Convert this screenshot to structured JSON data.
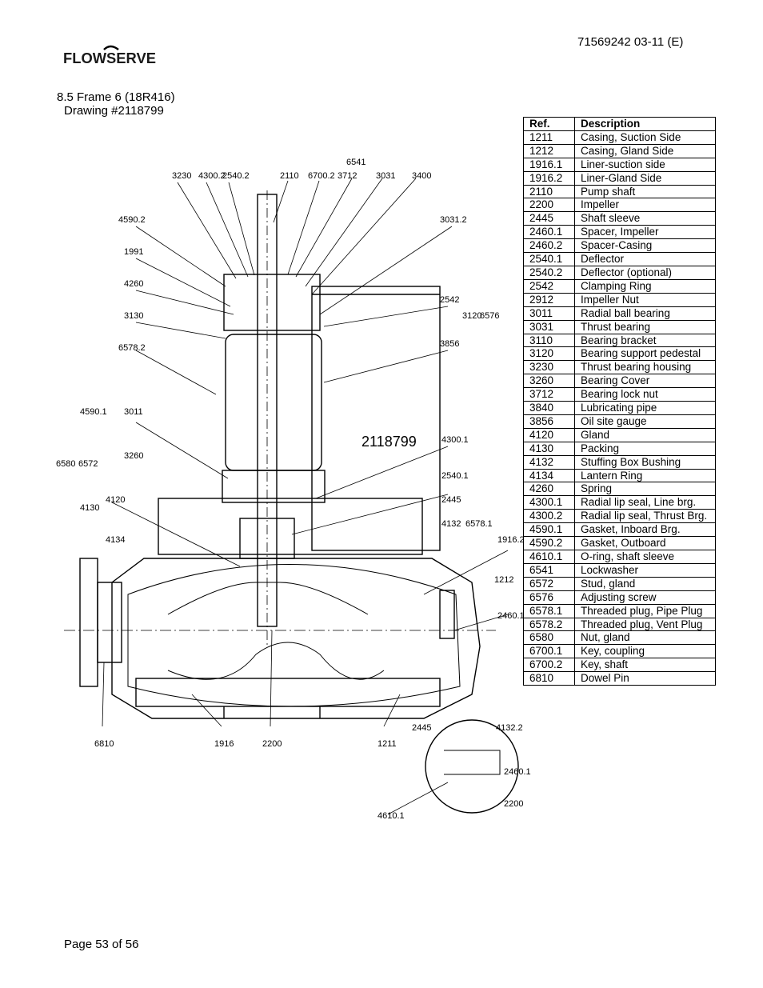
{
  "header": {
    "brand": "FLOWSERVE",
    "doc_number": "71569242 03-11 (E)"
  },
  "section": {
    "title": "8.5 Frame 6 (18R416)",
    "drawing": "Drawing #2118799"
  },
  "drawing": {
    "drawing_number": "2118799",
    "callouts": [
      "3230",
      "4300.2",
      "2540.2",
      "2110",
      "6700.2",
      "3712",
      "6541",
      "3031",
      "3400",
      "4590.2",
      "1991",
      "4260",
      "3130",
      "6578.2",
      "3031.2",
      "2542",
      "3120",
      "6576",
      "3856",
      "3011",
      "4590.1",
      "3260",
      "6580",
      "6572",
      "4120",
      "4130",
      "4134",
      "4300.1",
      "2540.1",
      "2445",
      "4132",
      "6578.1",
      "1916.2",
      "1212",
      "2460.1",
      "6810",
      "1916",
      "2200",
      "1211",
      "2445",
      "4132.2",
      "2460.1",
      "2200",
      "4610.1"
    ]
  },
  "table": {
    "headers": [
      "Ref.",
      "Description"
    ],
    "rows": [
      [
        "1211",
        "Casing, Suction Side"
      ],
      [
        "1212",
        "Casing, Gland Side"
      ],
      [
        "1916.1",
        "Liner-suction side"
      ],
      [
        "1916.2",
        "Liner-Gland Side"
      ],
      [
        "2110",
        "Pump shaft"
      ],
      [
        "2200",
        "Impeller"
      ],
      [
        "2445",
        "Shaft sleeve"
      ],
      [
        "2460.1",
        "Spacer, Impeller"
      ],
      [
        "2460.2",
        "Spacer-Casing"
      ],
      [
        "2540.1",
        "Deflector"
      ],
      [
        "2540.2",
        "Deflector (optional)"
      ],
      [
        "2542",
        "Clamping Ring"
      ],
      [
        "2912",
        "Impeller Nut"
      ],
      [
        "3011",
        "Radial ball bearing"
      ],
      [
        "3031",
        "Thrust bearing"
      ],
      [
        "3110",
        "Bearing bracket"
      ],
      [
        "3120",
        "Bearing support pedestal"
      ],
      [
        "3230",
        "Thrust bearing housing"
      ],
      [
        "3260",
        "Bearing Cover"
      ],
      [
        "3712",
        "Bearing lock nut"
      ],
      [
        "3840",
        "Lubricating pipe"
      ],
      [
        "3856",
        "Oil site gauge"
      ],
      [
        "4120",
        "Gland"
      ],
      [
        "4130",
        "Packing"
      ],
      [
        "4132",
        "Stuffing Box Bushing"
      ],
      [
        "4134",
        "Lantern Ring"
      ],
      [
        "4260",
        "Spring"
      ],
      [
        "4300.1",
        "Radial lip seal, Line brg."
      ],
      [
        "4300.2",
        "Radial lip seal, Thrust Brg."
      ],
      [
        "4590.1",
        "Gasket, Inboard Brg."
      ],
      [
        "4590.2",
        "Gasket, Outboard"
      ],
      [
        "4610.1",
        "O-ring, shaft sleeve"
      ],
      [
        "6541",
        "Lockwasher"
      ],
      [
        "6572",
        "Stud, gland"
      ],
      [
        "6576",
        "Adjusting screw"
      ],
      [
        "6578.1",
        "Threaded plug, Pipe Plug"
      ],
      [
        "6578.2",
        "Threaded plug, Vent Plug"
      ],
      [
        "6580",
        "Nut, gland"
      ],
      [
        "6700.1",
        "Key, coupling"
      ],
      [
        "6700.2",
        "Key, shaft"
      ],
      [
        "6810",
        "Dowel Pin"
      ]
    ]
  },
  "footer": {
    "page": "Page 53 of 56"
  }
}
